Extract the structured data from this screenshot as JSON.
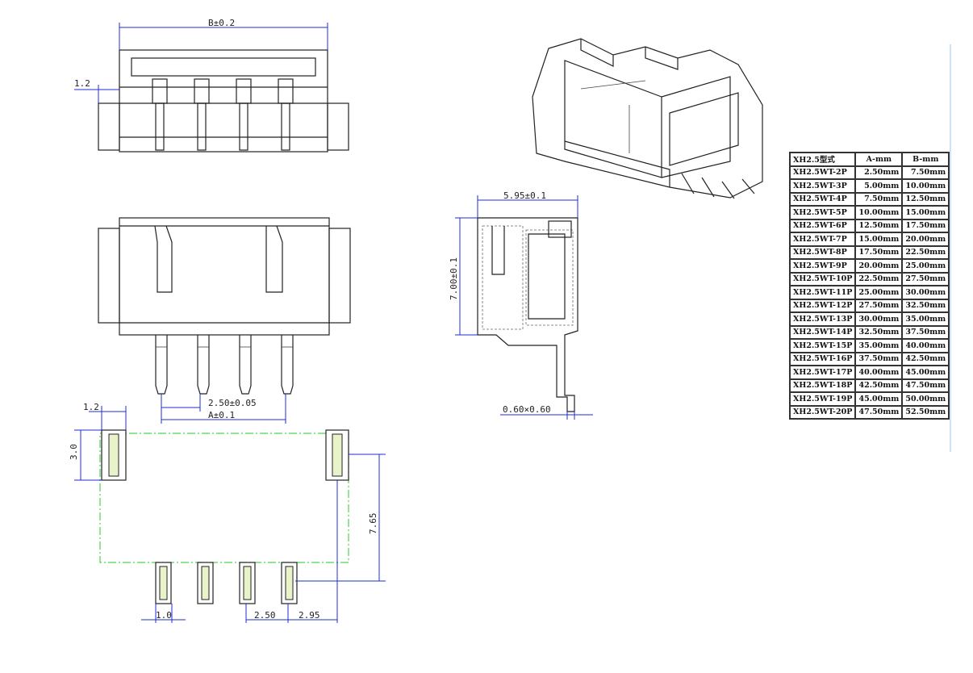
{
  "dimensions": {
    "top_width": "B±0.2",
    "top_side": "1.2",
    "pin_pitch": "2.50±0.05",
    "pin_span": "A±0.1",
    "pad_width": "1.2",
    "pad_height": "3.0",
    "pad_depth": "7.65",
    "small_pad_width": "1.0",
    "small_pad_pitch": "2.50",
    "edge_offset": "2.95",
    "side_depth": "5.95±0.1",
    "side_height": "7.00±0.1",
    "pin_section": "0.60×0.60"
  },
  "table": {
    "headers": [
      "XH2.5型式",
      "A-mm",
      "B-mm"
    ],
    "rows": [
      [
        "XH2.5WT-2P",
        "2.50mm",
        "7.50mm"
      ],
      [
        "XH2.5WT-3P",
        "5.00mm",
        "10.00mm"
      ],
      [
        "XH2.5WT-4P",
        "7.50mm",
        "12.50mm"
      ],
      [
        "XH2.5WT-5P",
        "10.00mm",
        "15.00mm"
      ],
      [
        "XH2.5WT-6P",
        "12.50mm",
        "17.50mm"
      ],
      [
        "XH2.5WT-7P",
        "15.00mm",
        "20.00mm"
      ],
      [
        "XH2.5WT-8P",
        "17.50mm",
        "22.50mm"
      ],
      [
        "XH2.5WT-9P",
        "20.00mm",
        "25.00mm"
      ],
      [
        "XH2.5WT-10P",
        "22.50mm",
        "27.50mm"
      ],
      [
        "XH2.5WT-11P",
        "25.00mm",
        "30.00mm"
      ],
      [
        "XH2.5WT-12P",
        "27.50mm",
        "32.50mm"
      ],
      [
        "XH2.5WT-13P",
        "30.00mm",
        "35.00mm"
      ],
      [
        "XH2.5WT-14P",
        "32.50mm",
        "37.50mm"
      ],
      [
        "XH2.5WT-15P",
        "35.00mm",
        "40.00mm"
      ],
      [
        "XH2.5WT-16P",
        "37.50mm",
        "42.50mm"
      ],
      [
        "XH2.5WT-17P",
        "40.00mm",
        "45.00mm"
      ],
      [
        "XH2.5WT-18P",
        "42.50mm",
        "47.50mm"
      ],
      [
        "XH2.5WT-19P",
        "45.00mm",
        "50.00mm"
      ],
      [
        "XH2.5WT-20P",
        "47.50mm",
        "52.50mm"
      ]
    ]
  }
}
